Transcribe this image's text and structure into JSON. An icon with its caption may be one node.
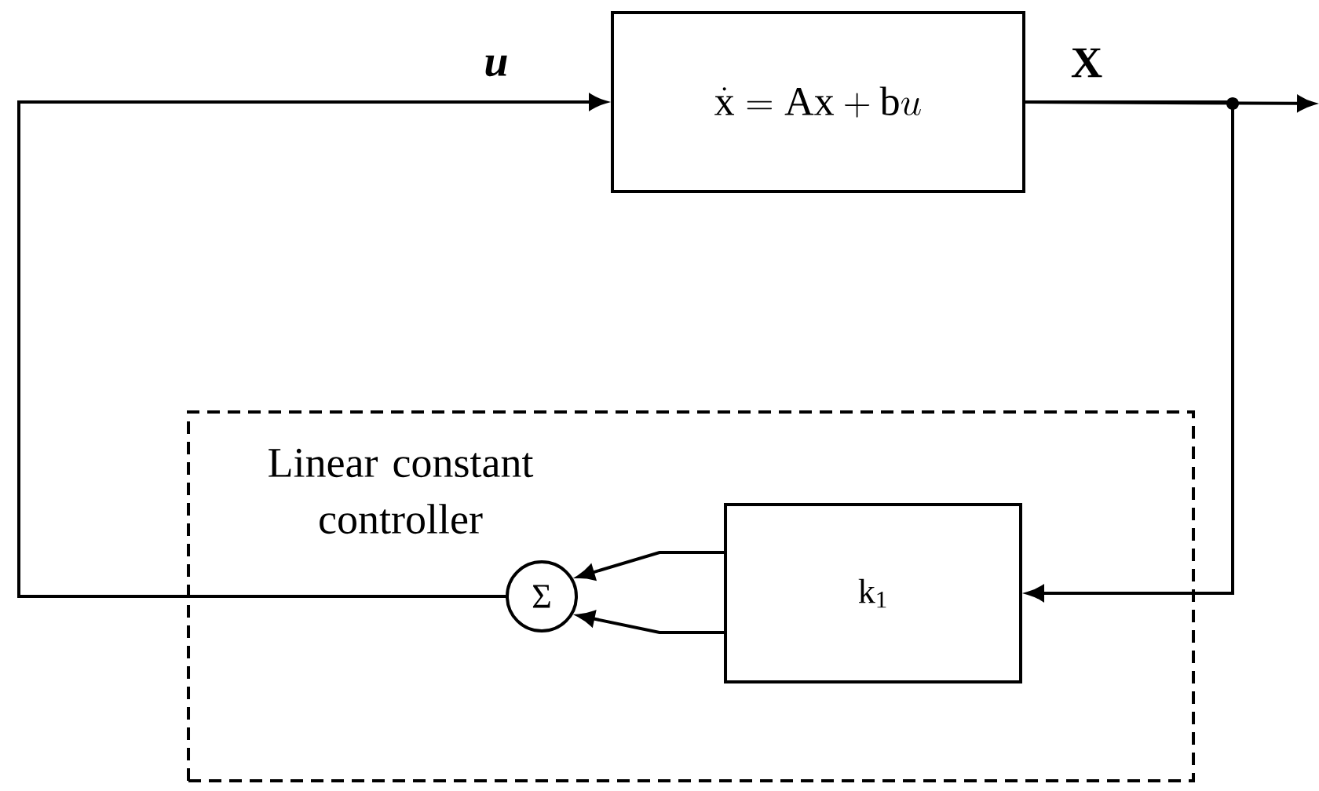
{
  "diagram": {
    "nodes": [
      {
        "text": [
          "\\dot{\\mathrm{x}} = \\mathrm{Ax} + \\mathrm{b}u"
        ]
      },
      {
        "text": [
          "Linear constant controller"
        ]
      },
      {
        "text": [
          "k$_{1}$"
        ],
        "in": 1
      },
      {
        "text": [
          "Σ"
        ],
        "in": 1
      }
    ],
    "edges": [
      {
        "from": 0,
        "to": null,
        "arrow": "to",
        "label": "X"
      },
      {
        "from": 0,
        "to": 2,
        "arrow": "to"
      },
      {
        "from": 2,
        "to": 3,
        "arrow": "to"
      },
      {
        "from": 2,
        "to": 3,
        "arrow": "to"
      },
      {
        "from": 3,
        "to": 0,
        "arrow": "to",
        "label": "u"
      }
    ]
  }
}
